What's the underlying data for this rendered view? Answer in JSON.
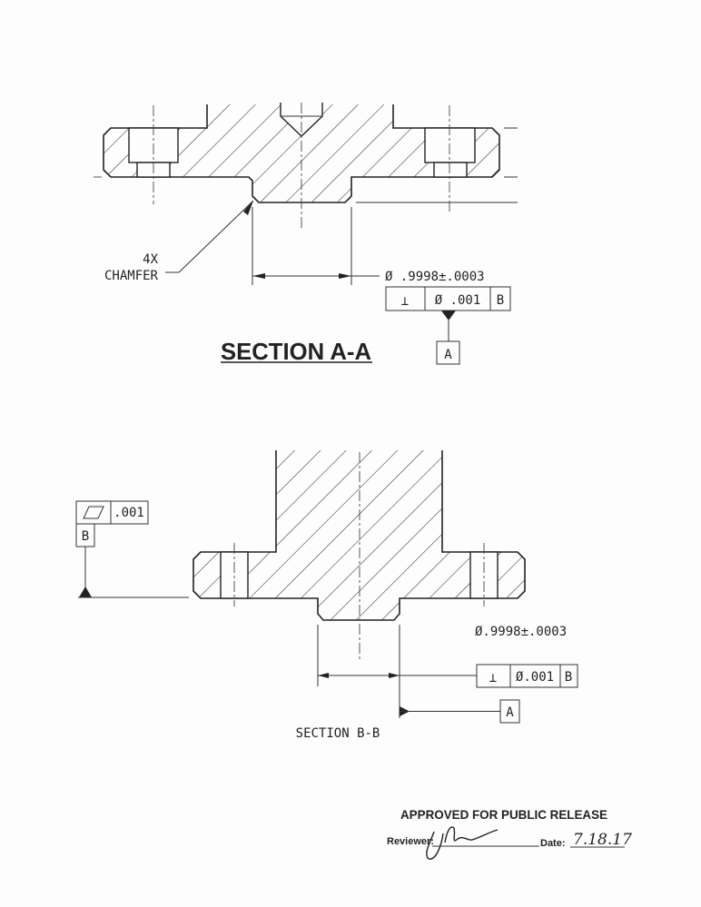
{
  "section_a": {
    "title": "SECTION A-A",
    "chamfer_count": "4X",
    "chamfer_label": "CHAMFER",
    "diameter_dim": "Ø .9998±.0003",
    "fcf": {
      "symbol": "⊥",
      "tolerance": "Ø .001",
      "datum": "B"
    },
    "datum_label": "A"
  },
  "section_b": {
    "title": "SECTION  B-B",
    "flatness_fcf": {
      "symbol": "▱",
      "tolerance": ".001",
      "datum_label": "B"
    },
    "diameter_dim": "Ø.9998±.0003",
    "fcf": {
      "symbol": "⊥",
      "tolerance": "Ø.001",
      "datum": "B"
    },
    "datum_label": "A"
  },
  "approval": {
    "stamp": "APPROVED FOR PUBLIC RELEASE",
    "reviewer_label": "Reviewer:",
    "date_label": "Date:",
    "date_value": "7.18.17"
  }
}
